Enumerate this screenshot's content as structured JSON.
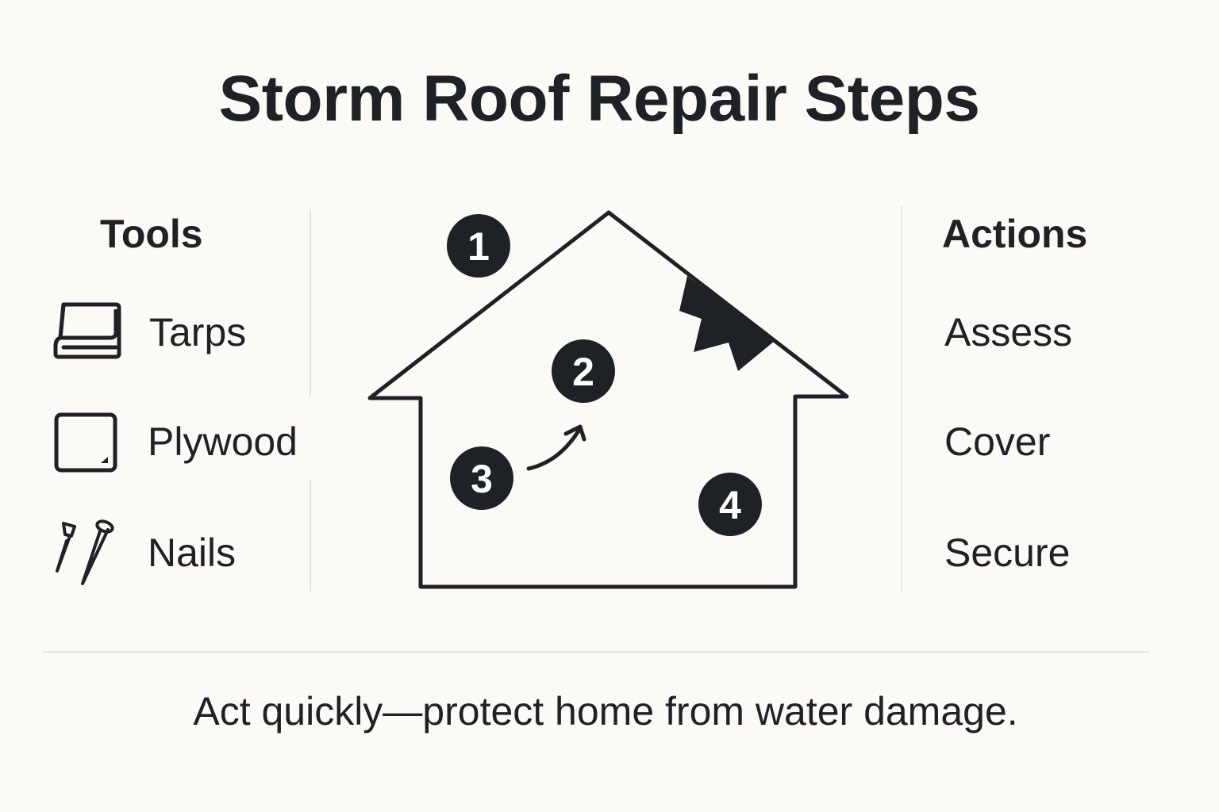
{
  "title": "Storm Roof Repair Steps",
  "tools": {
    "heading": "Tools",
    "items": [
      {
        "label": "Tarps",
        "icon": "tarp-icon"
      },
      {
        "label": "Plywood",
        "icon": "plywood-icon"
      },
      {
        "label": "Nails",
        "icon": "nails-icon"
      }
    ]
  },
  "actions": {
    "heading": "Actions",
    "items": [
      {
        "label": "Assess"
      },
      {
        "label": "Cover"
      },
      {
        "label": "Secure"
      }
    ]
  },
  "diagram": {
    "steps": [
      "1",
      "2",
      "3",
      "4"
    ],
    "colors": {
      "ink": "#1e2226",
      "background": "#fbfaf6",
      "divider": "#e6e4df"
    }
  },
  "footer": "Act quickly—protect home from water damage."
}
